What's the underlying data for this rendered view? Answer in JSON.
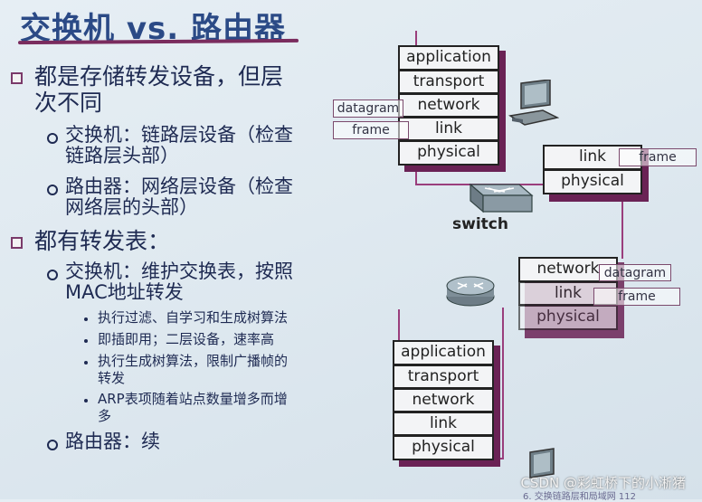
{
  "title": "交换机 vs. 路由器",
  "bullets": {
    "b1_line1": "都是存储转发设备，但层",
    "b1_line2": "次不同",
    "b1_sub1_line1": "交换机：链路层设备（检查",
    "b1_sub1_line2": "链路层头部）",
    "b1_sub2_line1": "路由器：网络层设备（检查",
    "b1_sub2_line2": "网络层的头部）",
    "b2": "都有转发表：",
    "b2_sub1_line1": "交换机：维护交换表，按照",
    "b2_sub1_line2": "MAC地址转发",
    "points": [
      "执行过滤、自学习和生成树算法",
      "即插即用；二层设备，速率高",
      "执行生成树算法，限制广播帧的",
      "转发",
      "ARP表项随着站点数量增多而增",
      "多"
    ],
    "b2_sub2": "路由器：续"
  },
  "top_stack": [
    "application",
    "transport",
    "network",
    "link",
    "physical"
  ],
  "top_headers": [
    "datagram",
    "frame"
  ],
  "switch_stack": [
    "link",
    "physical"
  ],
  "switch_header": "frame",
  "switch_label": "switch",
  "router_stack": [
    "network",
    "link",
    "physical"
  ],
  "router_headers": [
    "datagram",
    "frame"
  ],
  "bottom_stack": [
    "application",
    "transport",
    "network",
    "link",
    "physical"
  ],
  "watermark": "CSDN @彩虹桥下的小淅猪",
  "footer": "6. 交换链路层和局域网    112"
}
